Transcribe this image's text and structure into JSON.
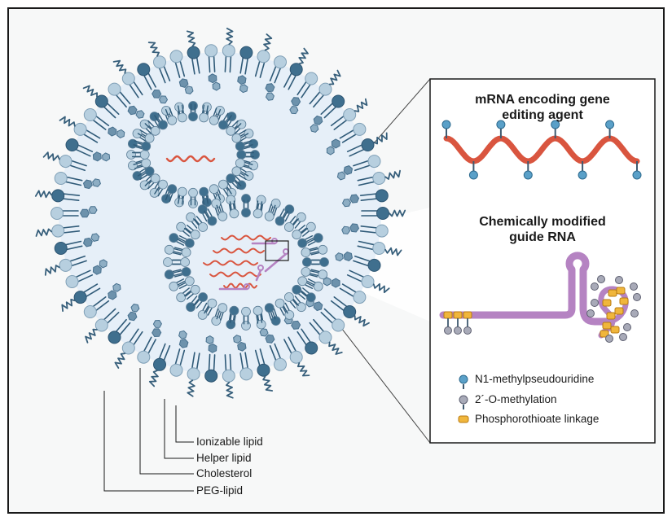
{
  "colors": {
    "background": "#f7f8f8",
    "particle_fill": "#e6eff8",
    "lipid_dark": "#3f6f8e",
    "lipid_light": "#b7cfdf",
    "lipid_tail": "#2f5a78",
    "cholesterol": "#6d92ac",
    "peg": "#375f7b",
    "mrna": "#d9553f",
    "guide_rna": "#b583c2",
    "phosphorothioate": "#f0b63c",
    "n1_methyl": "#5aa0c8",
    "o_methyl": "#a8aab8"
  },
  "particle": {
    "pointer_labels": {
      "ionizable": "Ionizable lipid",
      "helper": "Helper lipid",
      "cholesterol": "Cholesterol",
      "peg": "PEG-lipid"
    }
  },
  "inset": {
    "mrna_title": "mRNA encoding gene editing agent",
    "guide_title": "Chemically modified guide RNA",
    "legend": {
      "n1": "N1-methylpseudouridine",
      "omethyl": "2´-O-methylation",
      "phospho": "Phosphorothioate linkage"
    }
  }
}
